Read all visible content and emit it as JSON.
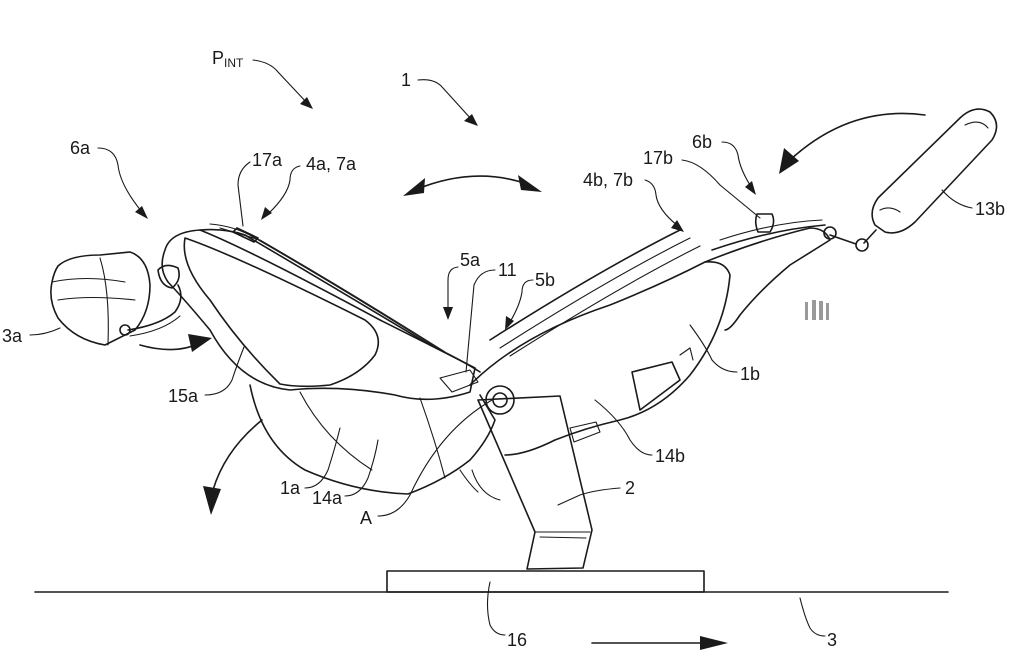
{
  "labels": {
    "p_int": "P",
    "p_int_sub": "INT",
    "l1": "1",
    "l6a": "6a",
    "l17a": "17a",
    "l4a7a": "4a, 7a",
    "l17b": "17b",
    "l6b": "6b",
    "l4b7b": "4b, 7b",
    "l13b": "13b",
    "l5a": "5a",
    "l11": "11",
    "l5b": "5b",
    "l3a": "3a",
    "l15a": "15a",
    "l1b": "1b",
    "l14b": "14b",
    "l1a": "1a",
    "l14a": "14a",
    "l2": "2",
    "lA": "A",
    "l16": "16",
    "l3": "3"
  }
}
